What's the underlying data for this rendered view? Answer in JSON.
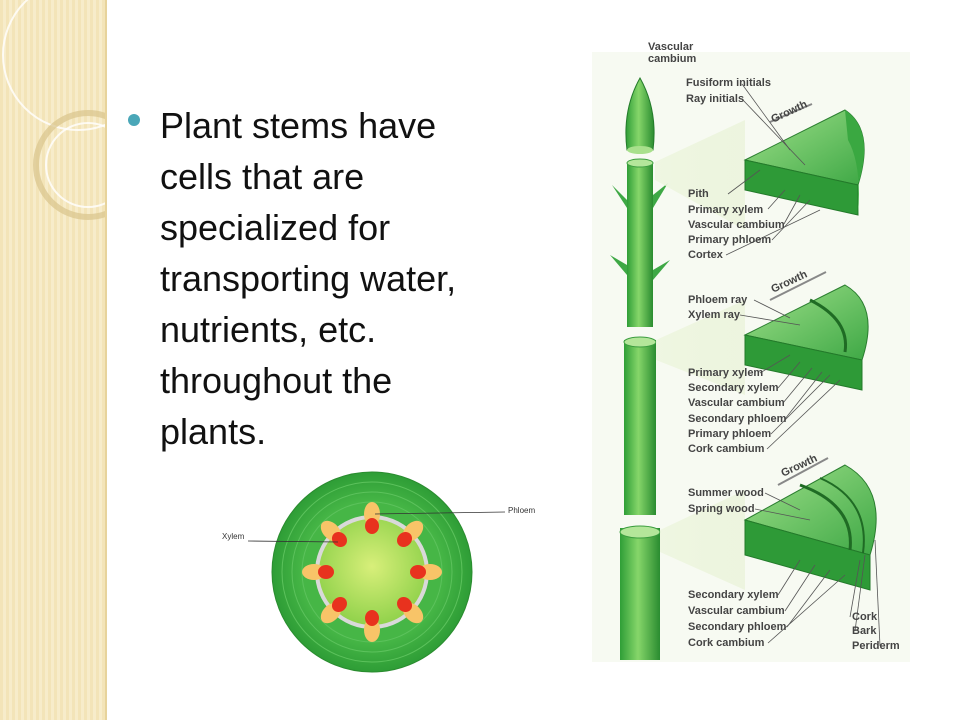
{
  "slide": {
    "bullet_text": "Plant stems have cells that are specialized for transporting water, nutrients, etc. throughout the plants."
  },
  "cross_section": {
    "xylem_label": "Xylem",
    "phloem_label": "Phloem"
  },
  "stem_diagram": {
    "labels": {
      "vascular_cambium_top": "Vascular\ncambium",
      "fusiform_initials": "Fusiform initials",
      "ray_initials": "Ray initials",
      "growth1": "Growth",
      "pith": "Pith",
      "primary_xylem1": "Primary xylem",
      "vascular_cambium1": "Vascular cambium",
      "primary_phloem1": "Primary phloem",
      "cortex": "Cortex",
      "growth2": "Growth",
      "phloem_ray": "Phloem ray",
      "xylem_ray": "Xylem ray",
      "primary_xylem2": "Primary xylem",
      "secondary_xylem2": "Secondary xylem",
      "vascular_cambium2": "Vascular cambium",
      "secondary_phloem2": "Secondary phloem",
      "primary_phloem2": "Primary phloem",
      "cork_cambium2": "Cork cambium",
      "growth3": "Growth",
      "summer_wood": "Summer wood",
      "spring_wood": "Spring wood",
      "secondary_xylem3": "Secondary xylem",
      "vascular_cambium3": "Vascular cambium",
      "secondary_phloem3": "Secondary phloem",
      "cork_cambium3": "Cork cambium",
      "cork": "Cork",
      "bark": "Bark",
      "periderm": "Periderm"
    }
  }
}
